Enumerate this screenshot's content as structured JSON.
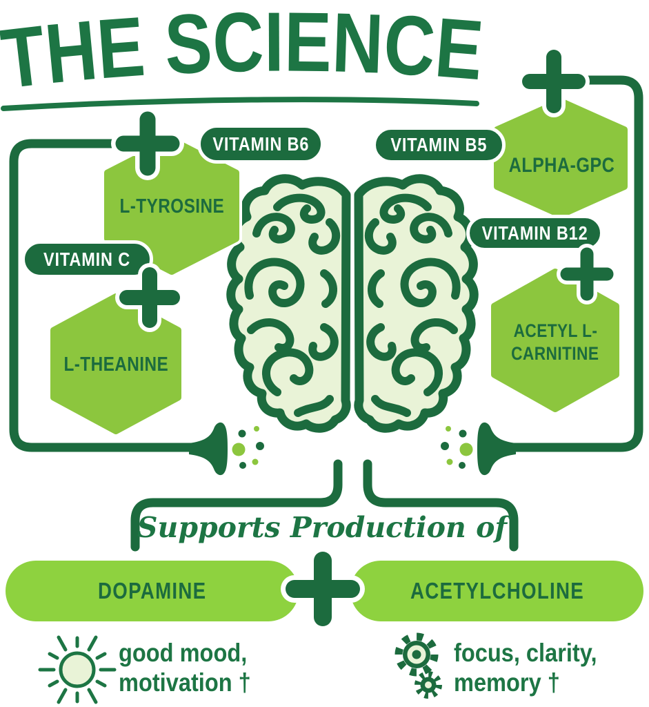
{
  "title": "THE SCIENCE",
  "ingredients_left": {
    "vitamin_b6": "VITAMIN B6",
    "l_tyrosine": "L-TYROSINE",
    "vitamin_c": "VITAMIN C",
    "l_theanine": "L-THEANINE"
  },
  "ingredients_right": {
    "vitamin_b5": "VITAMIN B5",
    "alpha_gpc": "ALPHA-GPC",
    "vitamin_b12": "VITAMIN B12",
    "acetyl_l_carnitine": {
      "line1": "ACETYL L-",
      "line2": "CARNITINE"
    }
  },
  "production": {
    "heading": "Supports Production of",
    "dopamine": "DOPAMINE",
    "acetylcholine": "ACETYLCHOLINE"
  },
  "benefits": {
    "dopamine": {
      "line1": "good mood,",
      "line2": "motivation †"
    },
    "acetylcholine": {
      "line1": "focus, clarity,",
      "line2": "memory †"
    }
  },
  "icons": [
    "brain-icon",
    "plus-icon",
    "synapse-terminal-icon",
    "neurotransmitter-dots",
    "sun-icon",
    "gears-icon"
  ],
  "colors": {
    "dark_green": "#1c6b3e",
    "title_green": "#1d7544",
    "light_green": "#8cc63e",
    "bright_green": "#8ed23f",
    "pale_green": "#e9f3d7",
    "background": "#ffffff"
  }
}
